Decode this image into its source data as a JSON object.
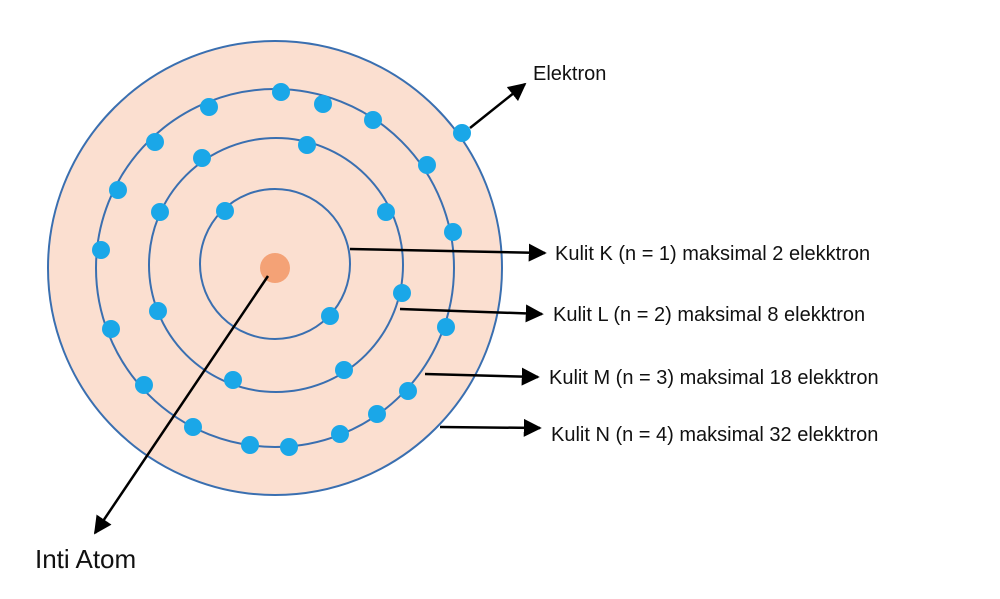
{
  "diagram": {
    "labels": {
      "electron": "Elektron",
      "nucleus": "Inti Atom",
      "shell_k": "Kulit K (n = 1) maksimal 2 elekktron",
      "shell_l": "Kulit L (n = 2) maksimal 8 elekktron",
      "shell_m": "Kulit M (n = 3) maksimal 18 elekktron",
      "shell_n": "Kulit N (n = 4) maksimal 32 elekktron"
    },
    "colors": {
      "atom_fill": "#FBDFD0",
      "orbit_stroke": "#3A6FB0",
      "electron": "#1AA7E8",
      "nucleus": "#F4A276",
      "arrow": "#000000",
      "text": "#111111"
    }
  }
}
